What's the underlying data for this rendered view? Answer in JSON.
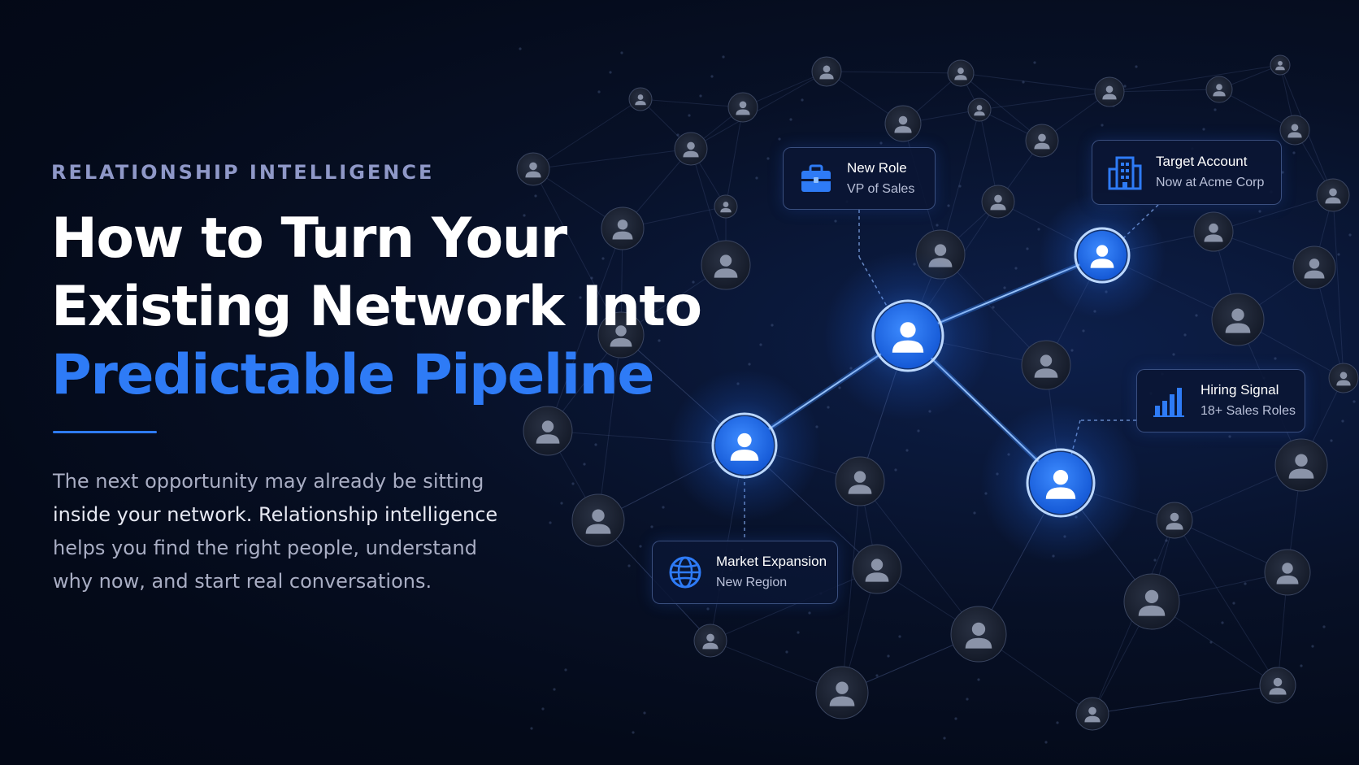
{
  "hero": {
    "eyebrow": "RELATIONSHIP INTELLIGENCE",
    "title_line1": "How to Turn Your",
    "title_line2": "Existing Network Into",
    "title_line3": "Predictable Pipeline",
    "body_line1": "The next opportunity may already be sitting",
    "body_line2": "inside your network. Relationship intelligence",
    "body_line3": "helps you find the right people, understand",
    "body_line4": "why now, and start real conversations."
  },
  "cards": {
    "new_role": {
      "title": "New Role",
      "subtitle": "VP of Sales",
      "icon": "briefcase-icon"
    },
    "target_account": {
      "title": "Target Account",
      "subtitle": "Now at Acme Corp",
      "icon": "building-icon"
    },
    "hiring_signal": {
      "title": "Hiring Signal",
      "subtitle": "18+ Sales Roles",
      "icon": "bar-chart-icon"
    },
    "market_expansion": {
      "title": "Market Expansion",
      "subtitle": "New Region",
      "icon": "globe-icon"
    }
  },
  "colors": {
    "background": "#040a19",
    "accent": "#2e7bf6",
    "eyebrow": "#8f98c8",
    "body_text": "#a9aec4",
    "node_dim": "#1a2233",
    "node_glow": "#1f6fff"
  }
}
